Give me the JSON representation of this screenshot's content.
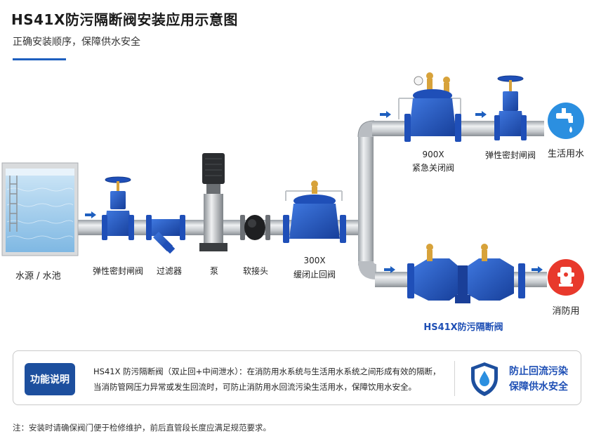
{
  "header": {
    "title": "HS41X防污隔断阀安装应用示意图",
    "subtitle": "正确安装顺序，保障供水安全"
  },
  "labels": {
    "water_source": "水源 / 水池",
    "gate_valve_1": "弹性密封闸阀",
    "filter": "过滤器",
    "pump": "泵",
    "soft_joint": "软接头",
    "check_valve_code": "300X",
    "check_valve_name": "缓闭止回阀",
    "emergency_valve_code": "900X",
    "emergency_valve_name": "紧急关闭阀",
    "gate_valve_2": "弹性密封闸阀",
    "domestic_water": "生活用水",
    "fire_water": "消防用",
    "backflow_valve": "HS41X防污隔断阀"
  },
  "info": {
    "badge": "功能说明",
    "line1": "HS41X 防污隔断阀（双止回+中间泄水）：在消防用水系统与生活用水系统之间形成有效的隔断，",
    "line2": "当消防管网压力异常或发生回流时，可防止消防用水回流污染生活用水，保障饮用水安全。",
    "side_line1": "防止回流污染",
    "side_line2": "保障供水安全"
  },
  "footer": {
    "note": "注：安装时请确保阀门便于检修维护，前后直管段长度应满足规范要求。"
  },
  "colors": {
    "valve_blue": "#1f4fb8",
    "pipe_gray": "#c9cdd2",
    "accent_blue": "#1e5fbf",
    "fire_red": "#e8392c",
    "water_icon_blue": "#2b8fe0"
  }
}
